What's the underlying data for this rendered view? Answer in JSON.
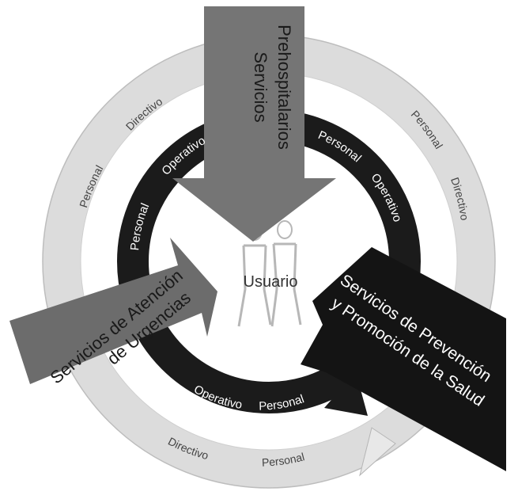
{
  "diagram": {
    "center_label": "Usuario",
    "inner_ring": {
      "segments": [
        [
          "Personal",
          "Operativo"
        ],
        [
          "Personal",
          "Operativo"
        ],
        [
          "Personal",
          "Operativo"
        ]
      ]
    },
    "outer_ring": {
      "segments": [
        [
          "Personal",
          "Directivo"
        ],
        [
          "Personal",
          "Directivo"
        ],
        [
          "Personal",
          "Directivo"
        ]
      ]
    },
    "arrows": [
      {
        "lines": [
          "Servicios",
          "Prehospitalarios"
        ]
      },
      {
        "lines": [
          "Servicios de Atención",
          "de Urgencias"
        ]
      },
      {
        "lines": [
          "Servicios de Prevención",
          "y Promoción de la Salud"
        ]
      }
    ],
    "colors": {
      "inner_ring": "#1b1b1b",
      "outer_ring": "#dcdcdc",
      "arrow_top": "#757575",
      "arrow_left": "#6c6c6c",
      "arrow_right": "#141414",
      "inner_text": "#ffffff",
      "outer_text": "#444444"
    }
  }
}
